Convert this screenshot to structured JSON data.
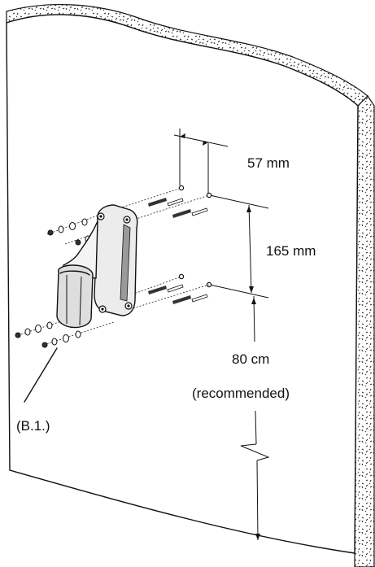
{
  "labels": {
    "horizontal_spacing": "57 mm",
    "vertical_spacing": "165 mm",
    "floor_height": "80 cm",
    "floor_height_note": "(recommended)",
    "part_ref": "(B.1.)"
  },
  "colors": {
    "stroke": "#111111",
    "wall_face": "#ffffff",
    "speckle": "#333333",
    "bracket_fill": "#ececec",
    "bracket_shade": "#9a9a9a"
  }
}
